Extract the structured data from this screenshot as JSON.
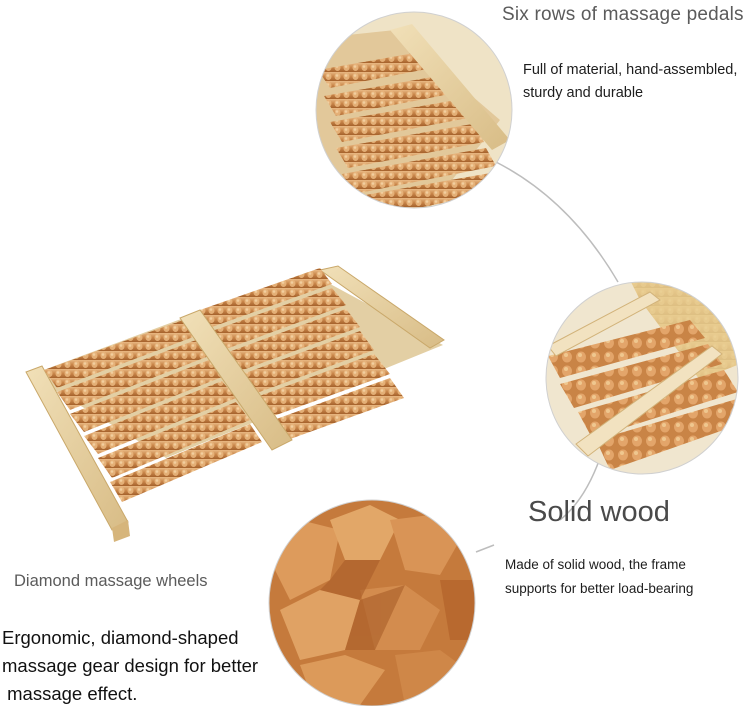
{
  "callouts": {
    "rows": {
      "title": "Six rows of massage pedals",
      "line1": "Full of material, hand-assembled,",
      "line2": "sturdy and durable"
    },
    "wood": {
      "title": "Solid wood",
      "line1": "Made of solid wood, the frame",
      "line2": "supports for better load-bearing"
    },
    "wheels": {
      "title": "Diamond massage wheels",
      "line1": "Ergonomic, diamond-shaped",
      "line2": "massage gear design for better",
      "line3": " massage effect."
    }
  },
  "colors": {
    "wood_light": "#e7cf9f",
    "wood_mid": "#d9a46a",
    "wood_dark": "#b86f35",
    "connector": "#bdbdbd",
    "background": "#ffffff"
  }
}
